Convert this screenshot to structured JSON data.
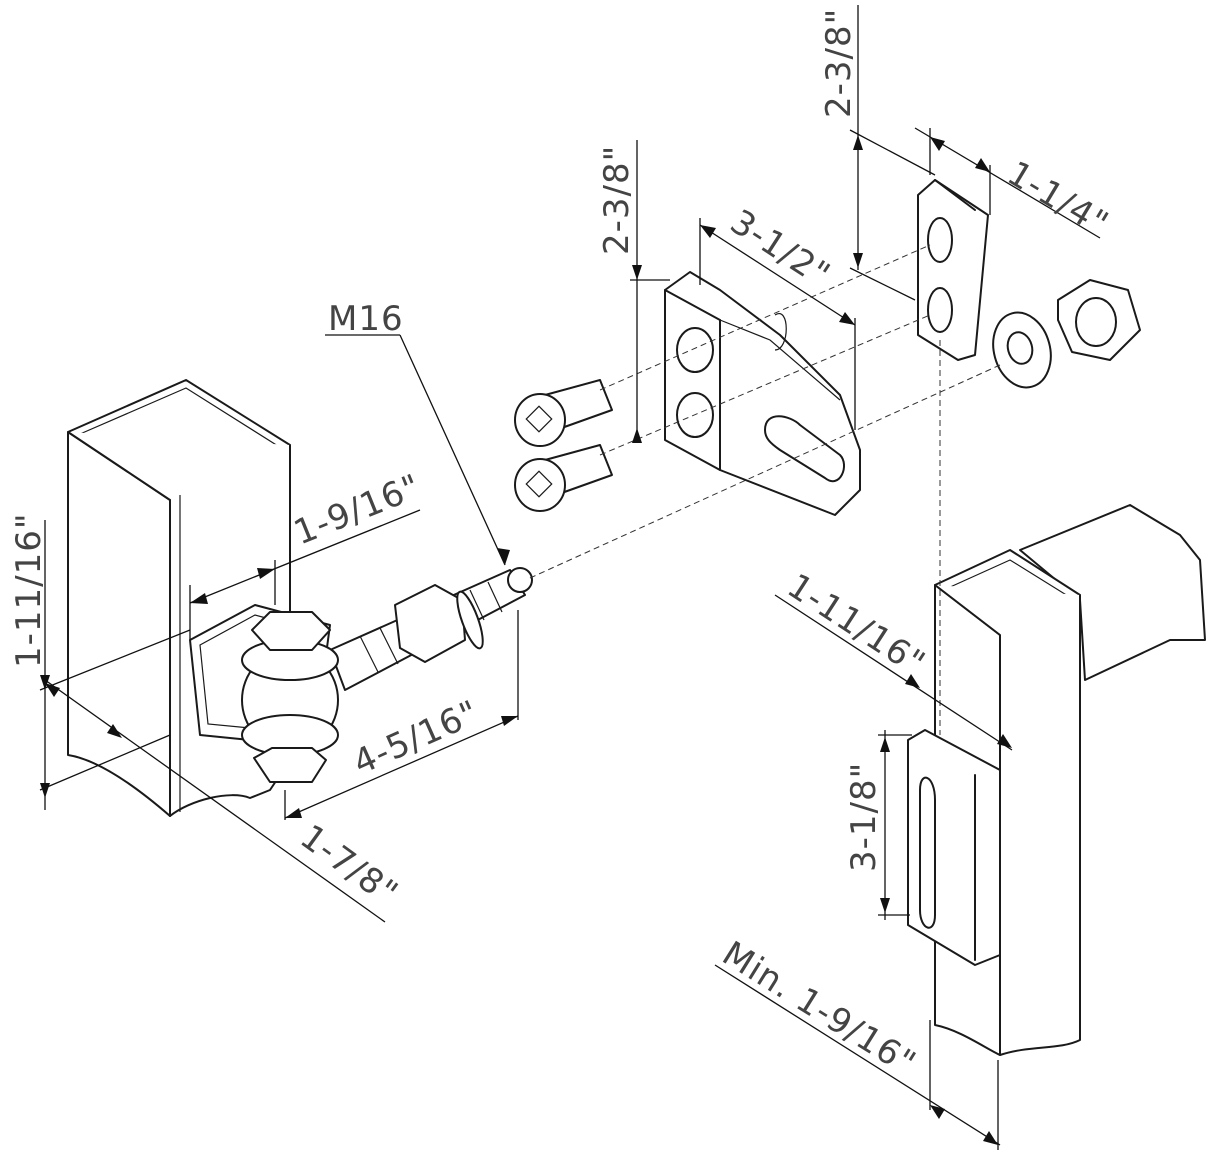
{
  "dimensions": {
    "bolt_size": "M16",
    "plate_height": "2-3/8\"",
    "plate_length": "3-1/2\"",
    "nut_plate_height": "2-3/8\"",
    "nut_plate_width": "1-1/4\"",
    "post_height": "1-11/16\"",
    "bracket_width": "1-9/16\"",
    "bolt_length": "4-5/16\"",
    "post_depth": "1-7/8\"",
    "receiver_depth": "1-11/16\"",
    "slot_length": "3-1/8\"",
    "min_post": "Min. 1-9/16\""
  }
}
